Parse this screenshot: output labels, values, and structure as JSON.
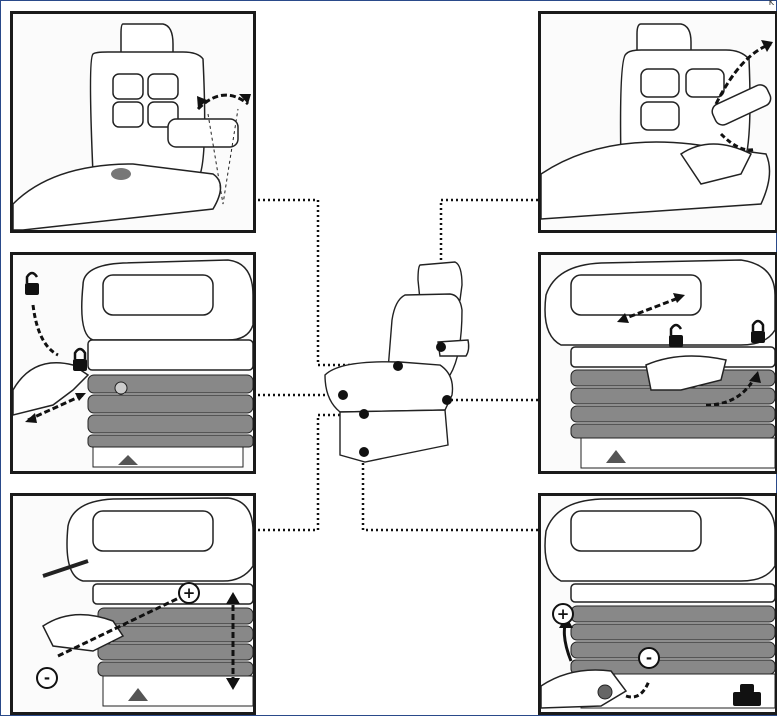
{
  "figure": {
    "corner_text": "K",
    "panels": [
      {
        "id": "backrest-angle",
        "icon": "backrest-tilt-arrow-icon"
      },
      {
        "id": "fore-aft-slide",
        "icon": "lock-unlock-icon"
      },
      {
        "id": "height-adjust",
        "icon": "plus-minus-icon"
      },
      {
        "id": "armrest-fold",
        "icon": "armrest-rotate-arrow-icon"
      },
      {
        "id": "seat-cushion-slide",
        "icon": "lock-unlock-icon"
      },
      {
        "id": "weight-adjust",
        "icon": "weight-icon"
      }
    ],
    "symbols": {
      "plus": "+",
      "minus": "-"
    }
  }
}
